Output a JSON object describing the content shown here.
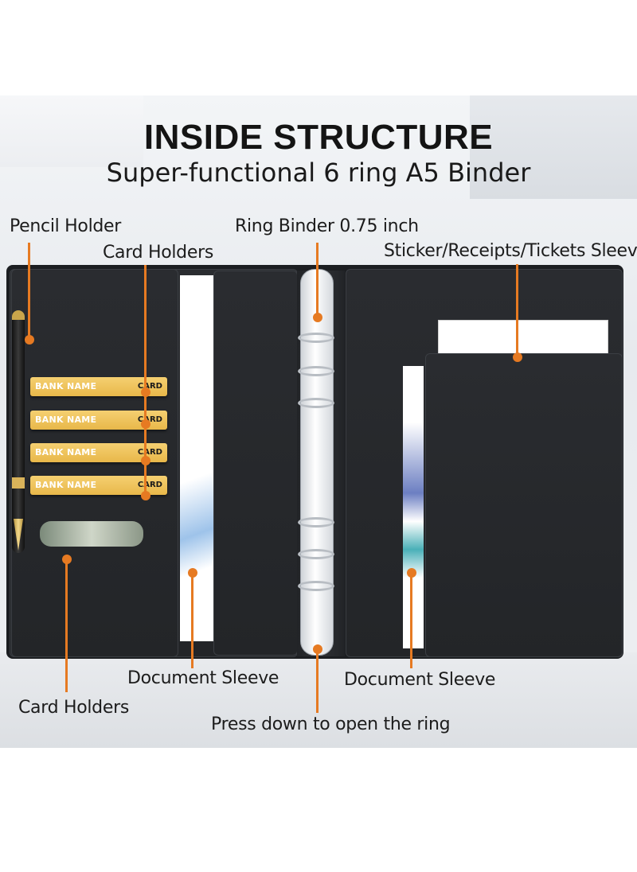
{
  "header": {
    "title": "INSIDE STRUCTURE",
    "subtitle": "Super-functional 6 ring A5 Binder"
  },
  "labels": {
    "pencil_holder": "Pencil Holder",
    "card_holders_top": "Card Holders",
    "ring_binder": "Ring Binder 0.75 inch",
    "sleeve_right": "Sticker/Receipts/Tickets Sleeve",
    "document_sleeve_left": "Document Sleeve",
    "document_sleeve_right": "Document Sleeve",
    "card_holders_bottom": "Card Holders",
    "press_down": "Press down to open the ring"
  },
  "cards": [
    {
      "bank": "BANK NAME",
      "tag": "CARD"
    },
    {
      "bank": "BANK NAME",
      "tag": "CARD"
    },
    {
      "bank": "BANK NAME",
      "tag": "CARD"
    },
    {
      "bank": "BANK NAME",
      "tag": "CARD"
    }
  ],
  "colors": {
    "accent": "#e67a22",
    "binder": "#1c1e21",
    "card": "#f0c35a"
  }
}
